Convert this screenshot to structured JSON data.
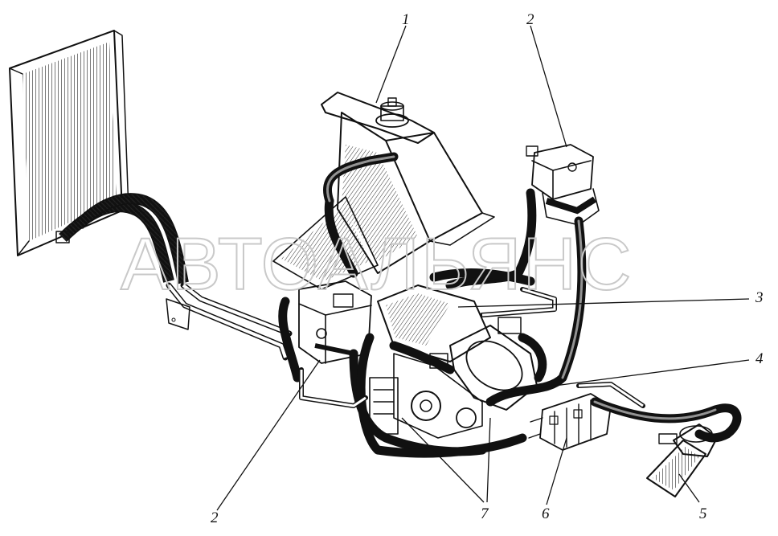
{
  "watermark": "АВТОАЛЬЯНС",
  "callouts": {
    "c1": "1",
    "c2_top": "2",
    "c2_bottom": "2",
    "c3": "3",
    "c4": "4",
    "c5": "5",
    "c6": "6",
    "c7": "7"
  }
}
